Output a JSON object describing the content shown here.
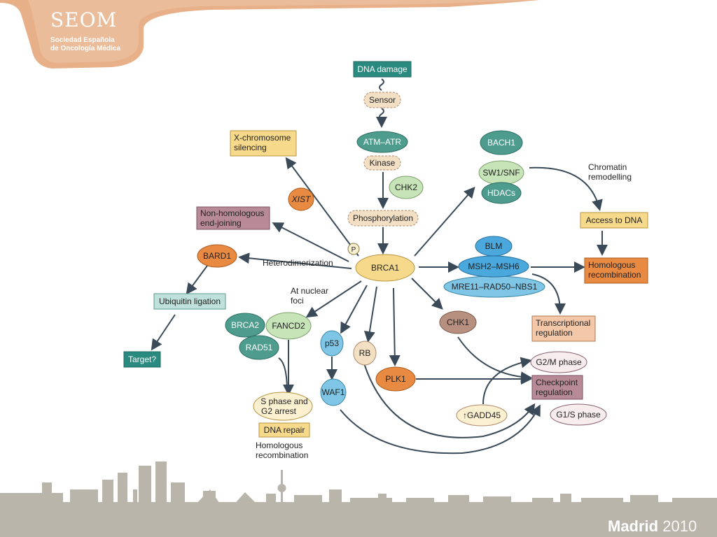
{
  "header": {
    "logo_name": "SEOM",
    "logo_line1": "Sociedad Española",
    "logo_line2": "de Oncología Médica"
  },
  "footer": {
    "city": "Madrid",
    "year": "2010"
  },
  "colors": {
    "header_band": "#e7b088",
    "skyline": "#b9b5ab",
    "ink": "#3a4a58",
    "teal": "#4d9c8e",
    "teal_box": "#2a8a80",
    "yellow": "#f6d98a",
    "orange": "#e88a42",
    "mauve": "#b88a98",
    "light_blue": "#7fc6e6",
    "green": "#c7e4b8",
    "peach": "#f3dfc4",
    "brown": "#b89080"
  },
  "diagram": {
    "nodes": {
      "dna_damage": "DNA damage",
      "sensor": "Sensor",
      "atm_atr": "ATM–ATR",
      "kinase": "Kinase",
      "chk2": "CHK2",
      "phosphorylation": "Phosphorylation",
      "p": "P",
      "brca1": "BRCA1",
      "xist": "XIST",
      "x_chrom_1": "X-chromosome",
      "x_chrom_2": "silencing",
      "nhej_1": "Non-homologous",
      "nhej_2": "end-joining",
      "bard1": "BARD1",
      "heterodim": "Heterodimerization",
      "ubiquitin": "Ubiquitin ligation",
      "target": "Target?",
      "at_nuclear_1": "At nuclear",
      "at_nuclear_2": "foci",
      "brca2": "BRCA2",
      "fancd2": "FANCD2",
      "rad51": "RAD51",
      "p53": "p53",
      "rb": "RB",
      "waf1": "WAF1",
      "plk1": "PLK1",
      "chk1": "CHK1",
      "sphase_1": "S phase and",
      "sphase_2": "G2 arrest",
      "dna_repair": "DNA repair",
      "homrec_lbl_1": "Homologous",
      "homrec_lbl_2": "recombination",
      "gadd45": "↑GADD45",
      "g2m": "G2/M phase",
      "checkpoint_1": "Checkpoint",
      "checkpoint_2": "regulation",
      "g1s": "G1/S phase",
      "transc_1": "Transcriptional",
      "transc_2": "regulation",
      "bach1": "BACH1",
      "swisnf": "SW1/SNF",
      "hdacs": "HDACs",
      "chromatin_1": "Chromatin",
      "chromatin_2": "remodelling",
      "access_dna": "Access to DNA",
      "blm": "BLM",
      "msh": "MSH2–MSH6",
      "mre11": "MRE11–RAD50–NBS1",
      "homrec_1": "Homologous",
      "homrec_2": "recombination"
    }
  }
}
